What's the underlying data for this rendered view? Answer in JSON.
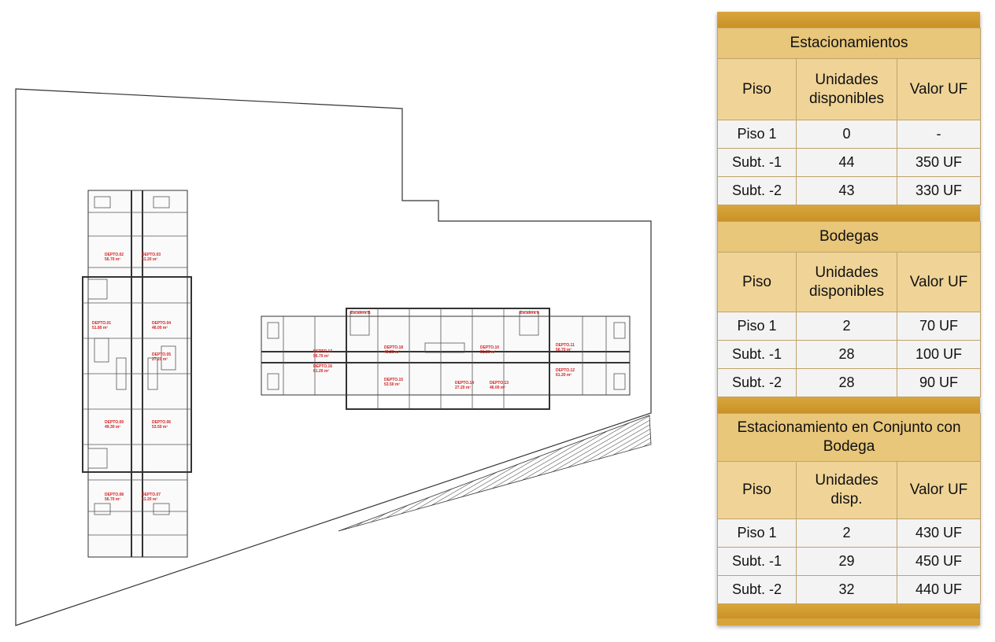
{
  "floor_plan": {
    "building_left_labels": [
      {
        "name": "DEPTO.02",
        "area": "56.70 m²"
      },
      {
        "name": "DEPTO.03",
        "area": "61.20 m²"
      },
      {
        "name": "DEPTO.01",
        "area": "51.80 m²"
      },
      {
        "name": "DEPTO.04",
        "area": "46.00 m²"
      },
      {
        "name": "DEPTO.05",
        "area": "27.20 m²"
      },
      {
        "name": "DEPTO.09",
        "area": "49.30 m²"
      },
      {
        "name": "DEPTO.06",
        "area": "53.50 m²"
      },
      {
        "name": "DEPTO.08",
        "area": "56.70 m²"
      },
      {
        "name": "DEPTO.07",
        "area": "61.20 m²"
      }
    ],
    "building_right_labels": [
      {
        "name": "DEPTO.17",
        "area": "56.70 m²"
      },
      {
        "name": "DEPTO.16",
        "area": "61.20 m²"
      },
      {
        "name": "DEPTO.18",
        "area": "49.30 m²"
      },
      {
        "name": "DEPTO.10",
        "area": "51.80 m²"
      },
      {
        "name": "DEPTO.15",
        "area": "53.50 m²"
      },
      {
        "name": "DEPTO.14",
        "area": "27.20 m²"
      },
      {
        "name": "DEPTO.13",
        "area": "46.00 m²"
      },
      {
        "name": "DEPTO.11",
        "area": "56.70 m²"
      },
      {
        "name": "DEPTO.12",
        "area": "61.20 m²"
      }
    ],
    "stair_labels": [
      "Escalera B",
      "Escalera A"
    ]
  },
  "tables": [
    {
      "title": "Estacionamientos",
      "headers": [
        "Piso",
        "Unidades disponibles",
        "Valor UF"
      ],
      "rows": [
        [
          "Piso 1",
          "0",
          "-"
        ],
        [
          "Subt. -1",
          "44",
          "350 UF"
        ],
        [
          "Subt. -2",
          "43",
          "330 UF"
        ]
      ]
    },
    {
      "title": "Bodegas",
      "headers": [
        "Piso",
        "Unidades disponibles",
        "Valor UF"
      ],
      "rows": [
        [
          "Piso 1",
          "2",
          "70 UF"
        ],
        [
          "Subt. -1",
          "28",
          "100 UF"
        ],
        [
          "Subt. -2",
          "28",
          "90 UF"
        ]
      ]
    },
    {
      "title": "Estacionamiento en Conjunto con Bodega",
      "headers": [
        "Piso",
        "Unidades disp.",
        "Valor UF"
      ],
      "rows": [
        [
          "Piso 1",
          "2",
          "430 UF"
        ],
        [
          "Subt. -1",
          "29",
          "450 UF"
        ],
        [
          "Subt. -2",
          "32",
          "440 UF"
        ]
      ]
    }
  ],
  "colors": {
    "accent": "#d6a43a",
    "header": "#f0d497",
    "title": "#e8c67a",
    "row": "#f3f3f3",
    "plan_label": "#d42020"
  }
}
